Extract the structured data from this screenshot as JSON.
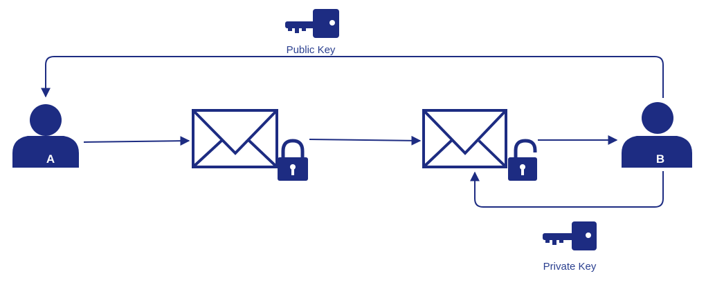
{
  "diagram": {
    "public_key_label": "Public Key",
    "private_key_label": "Private Key",
    "user_a_label": "A",
    "user_b_label": "B"
  },
  "colors": {
    "primary": "#1d2c82",
    "label": "#2a3f8f",
    "background": "#ffffff"
  },
  "icons": [
    "key-icon",
    "user-icon",
    "envelope-icon",
    "padlock-closed-icon",
    "padlock-open-icon"
  ]
}
